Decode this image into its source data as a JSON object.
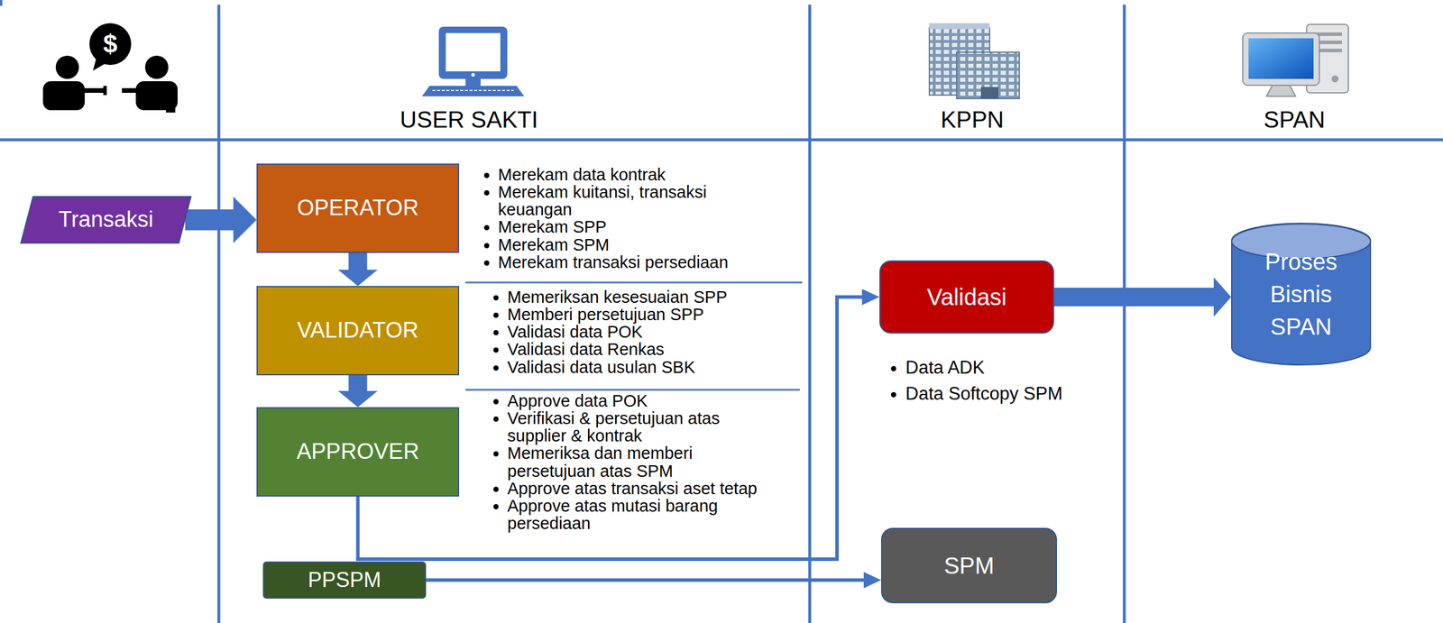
{
  "diagram": {
    "nodes": [
      {
        "text": [
          "Transaksi"
        ]
      },
      {
        "text": [
          "OPERATOR"
        ]
      },
      {
        "text": [
          "VALIDATOR"
        ]
      },
      {
        "text": [
          "APPROVER"
        ]
      },
      {
        "text": [
          "PPSPM"
        ]
      },
      {
        "text": [
          "Validasi"
        ]
      },
      {
        "text": [
          "Proses Bisnis SPAN"
        ]
      },
      {
        "text": [
          "SPM"
        ]
      }
    ],
    "edges": [
      {
        "from": 0,
        "to": 1,
        "arrow": "to"
      },
      {
        "from": 1,
        "to": 2,
        "arrow": "to"
      },
      {
        "from": 2,
        "to": 3,
        "arrow": "to"
      },
      {
        "from": 3,
        "to": 5,
        "arrow": "to"
      },
      {
        "from": 4,
        "to": 7,
        "arrow": "to"
      },
      {
        "from": 5,
        "to": 6,
        "arrow": "to"
      }
    ],
    "labels": [
      "USER SAKTI",
      "KPPN",
      "SPAN",
      "Merekam data kontrak",
      "Merekam kuitansi, transaksi keuangan",
      "Merekam SPP",
      "Merekam SPM",
      "Merekam transaksi persediaan",
      "Memeriksan kesesuaian SPP",
      "Memberi persetujuan SPP",
      "Validasi data POK",
      "Validasi data Renkas",
      "Validasi data usulan SBK",
      "Approve data POK",
      "Verifikasi & persetujuan atas supplier & kontrak",
      "Memeriksa dan memberi persetujuan atas SPM",
      "Approve atas transaksi aset tetap",
      "Approve atas mutasi barang persediaan",
      "Data ADK",
      "Data Softcopy SPM",
      "$"
    ]
  }
}
